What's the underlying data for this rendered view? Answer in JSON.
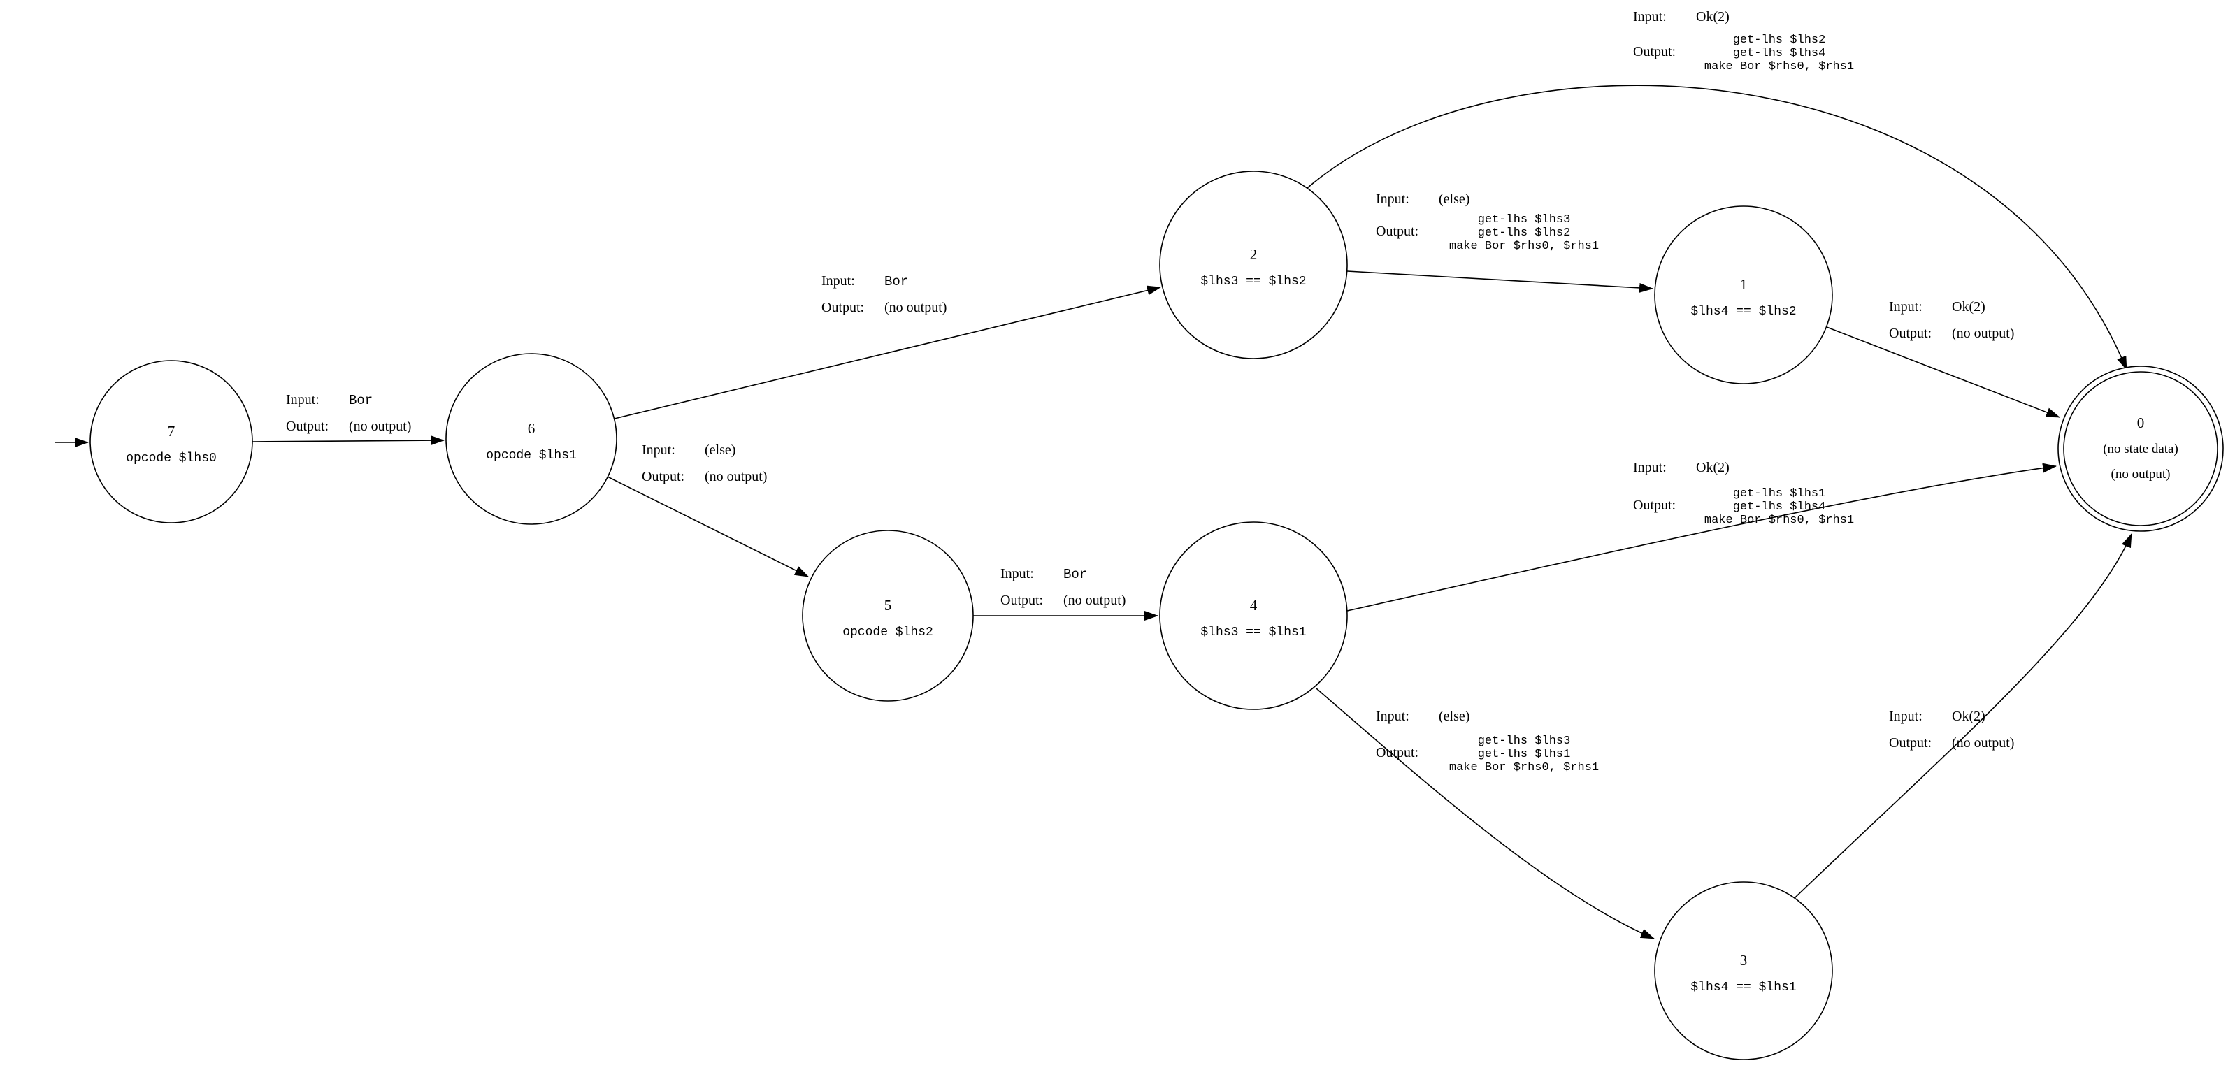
{
  "diagram": {
    "background": "#ffffff",
    "stroke": "#000000",
    "labels": {
      "input": "Input:",
      "output": "Output:"
    },
    "nodes": {
      "n7": {
        "id": "7",
        "detail": "opcode $lhs0"
      },
      "n6": {
        "id": "6",
        "detail": "opcode $lhs1"
      },
      "n5": {
        "id": "5",
        "detail": "opcode $lhs2"
      },
      "n2": {
        "id": "2",
        "detail": "$lhs3 == $lhs2"
      },
      "n4": {
        "id": "4",
        "detail": "$lhs3 == $lhs1"
      },
      "n1": {
        "id": "1",
        "detail": "$lhs4 == $lhs2"
      },
      "n3": {
        "id": "3",
        "detail": "$lhs4 == $lhs1"
      },
      "n0": {
        "id": "0",
        "detail": "(no state data)",
        "detail2": "(no output)"
      }
    },
    "edges": {
      "e7_6": {
        "from": "7",
        "to": "6",
        "input": "Bor",
        "output": "(no output)"
      },
      "e6_2": {
        "from": "6",
        "to": "2",
        "input": "Bor",
        "output": "(no output)"
      },
      "e6_5": {
        "from": "6",
        "to": "5",
        "input": "(else)",
        "output": "(no output)"
      },
      "e2_0": {
        "from": "2",
        "to": "0",
        "input": "Ok(2)",
        "out1": "get-lhs $lhs2",
        "out2": "get-lhs $lhs4",
        "out3": "make Bor $rhs0, $rhs1"
      },
      "e2_1": {
        "from": "2",
        "to": "1",
        "input": "(else)",
        "out1": "get-lhs $lhs3",
        "out2": "get-lhs $lhs2",
        "out3": "make Bor $rhs0, $rhs1"
      },
      "e1_0": {
        "from": "1",
        "to": "0",
        "input": "Ok(2)",
        "output": "(no output)"
      },
      "e5_4": {
        "from": "5",
        "to": "4",
        "input": "Bor",
        "output": "(no output)"
      },
      "e4_0": {
        "from": "4",
        "to": "0",
        "input": "Ok(2)",
        "out1": "get-lhs $lhs1",
        "out2": "get-lhs $lhs4",
        "out3": "make Bor $rhs0, $rhs1"
      },
      "e4_3": {
        "from": "4",
        "to": "3",
        "input": "(else)",
        "out1": "get-lhs $lhs3",
        "out2": "get-lhs $lhs1",
        "out3": "make Bor $rhs0, $rhs1"
      },
      "e3_0": {
        "from": "3",
        "to": "0",
        "input": "Ok(2)",
        "output": "(no output)"
      }
    }
  }
}
